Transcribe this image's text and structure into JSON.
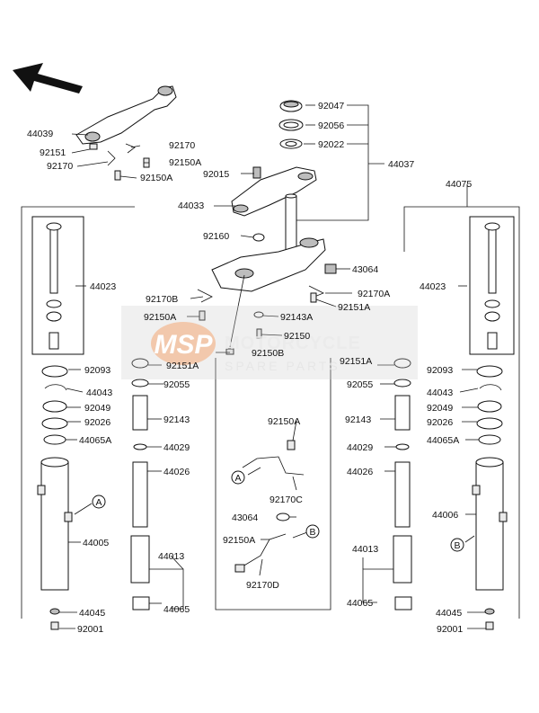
{
  "watermark": {
    "logo_text": "MSP",
    "line1": "MOTORCYCLE",
    "line2": "SPARE PARTS"
  },
  "callouts": {
    "a": "A",
    "b": "B"
  },
  "labels": {
    "top_left": [
      "44039",
      "92151",
      "92170",
      "92170",
      "92150A",
      "92150A"
    ],
    "top_center": [
      "92047",
      "92056",
      "92022",
      "44037",
      "92015",
      "44033",
      "92160",
      "43064",
      "92170A",
      "92151A",
      "92170B",
      "92150A",
      "92143A",
      "92150",
      "92151A",
      "92150B"
    ],
    "left_box": [
      "44023"
    ],
    "right_box": [
      "44075",
      "44023"
    ],
    "left_fork": [
      "92093",
      "44043",
      "92049",
      "92026",
      "44065A",
      "44005",
      "44045",
      "92001"
    ],
    "left_inner": [
      "92055",
      "92143",
      "44029",
      "44026",
      "44013",
      "44065"
    ],
    "center_box": [
      "92150A",
      "92170C",
      "43064",
      "92150A",
      "92170D"
    ],
    "right_inner": [
      "92055",
      "92143",
      "44029",
      "44026",
      "44013",
      "44065"
    ],
    "right_fork": [
      "92093",
      "44043",
      "92049",
      "92026",
      "44065A",
      "44006",
      "44045",
      "92001"
    ]
  }
}
